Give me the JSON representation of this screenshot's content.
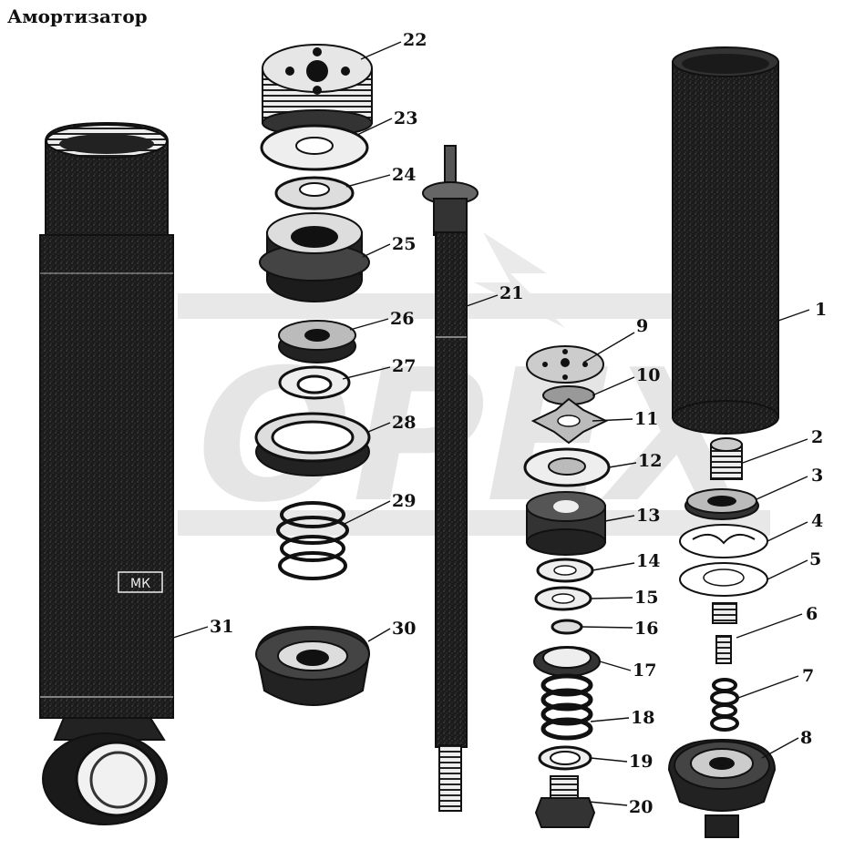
{
  "title": "Амортизатор",
  "watermark": "OPEX",
  "colors": {
    "ink": "#111111",
    "paper": "#ffffff",
    "watermark": "#e4e4e4"
  },
  "labels": [
    "1",
    "2",
    "3",
    "4",
    "5",
    "6",
    "7",
    "8",
    "9",
    "10",
    "11",
    "12",
    "13",
    "14",
    "15",
    "16",
    "17",
    "18",
    "19",
    "20",
    "21",
    "22",
    "23",
    "24",
    "25",
    "26",
    "27",
    "28",
    "29",
    "30",
    "31"
  ],
  "stamp": "МК"
}
